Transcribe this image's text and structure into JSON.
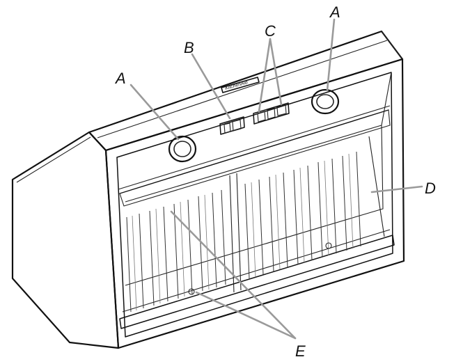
{
  "labels": {
    "a_left": "A",
    "a_right": "A",
    "b": "B",
    "c": "C",
    "d": "D",
    "e": "E"
  },
  "logo_text": "KitchenAid",
  "colors": {
    "line": "#111111",
    "leader": "#9a9a9a",
    "background": "#ffffff"
  }
}
